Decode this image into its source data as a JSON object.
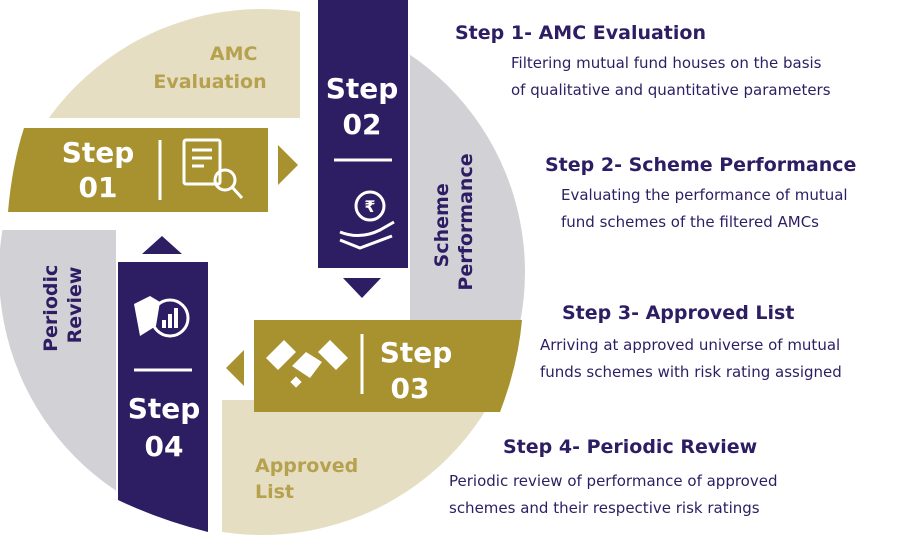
{
  "colors": {
    "navy": "#2d1e63",
    "gold": "#a8912f",
    "beige": "#e6dec3",
    "grey": "#d2d2d6"
  },
  "steps": [
    {
      "step_word": "Step",
      "step_num": "01",
      "icon": "document-search-icon",
      "quadrant_label": [
        "AMC",
        "Evaluation"
      ],
      "title": "Step 1- AMC Evaluation",
      "desc": [
        "Filtering mutual fund houses on the basis",
        "of qualitative and quantitative parameters"
      ]
    },
    {
      "step_word": "Step",
      "step_num": "02",
      "icon": "rupee-coin-hand-icon",
      "quadrant_label": [
        "Scheme",
        "Performance"
      ],
      "title": "Step 2- Scheme Performance",
      "desc": [
        "Evaluating the performance of mutual",
        "fund schemes of the filtered AMCs"
      ]
    },
    {
      "step_word": "Step",
      "step_num": "03",
      "icon": "handshake-icon",
      "quadrant_label": [
        "Approved",
        "List"
      ],
      "title": "Step 3- Approved List",
      "desc": [
        "Arriving at approved universe of mutual",
        "funds schemes with risk rating assigned"
      ]
    },
    {
      "step_word": "Step",
      "step_num": "04",
      "icon": "hand-chart-icon",
      "quadrant_label": [
        "Periodic",
        "Review"
      ],
      "title": "Step 4- Periodic Review",
      "desc": [
        "Periodic review of performance of approved",
        "schemes and their respective risk ratings"
      ]
    }
  ]
}
